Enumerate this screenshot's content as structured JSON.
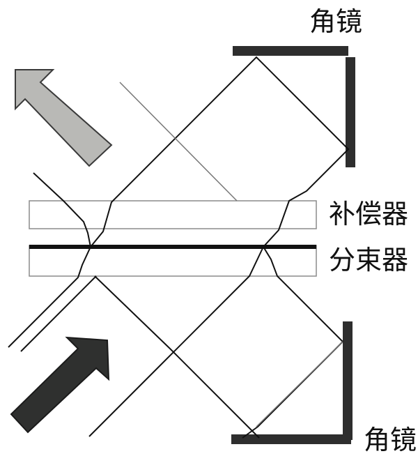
{
  "labels": {
    "corner_mirror_top": "角镜",
    "compensator": "补偿器",
    "beam_splitter": "分束器",
    "corner_mirror_bottom": "角镜"
  },
  "colors": {
    "beam": "#111111",
    "beam_thin": "#777777",
    "mirror": "#2e2e2e",
    "arrow_out": "#b9b9b6",
    "arrow_in": "#2f302f",
    "plate": "#ffffff",
    "splitter_coating": "#111111"
  },
  "icons": {
    "output_arrow": "arrow-up-left-icon",
    "input_arrow": "arrow-up-right-icon"
  }
}
